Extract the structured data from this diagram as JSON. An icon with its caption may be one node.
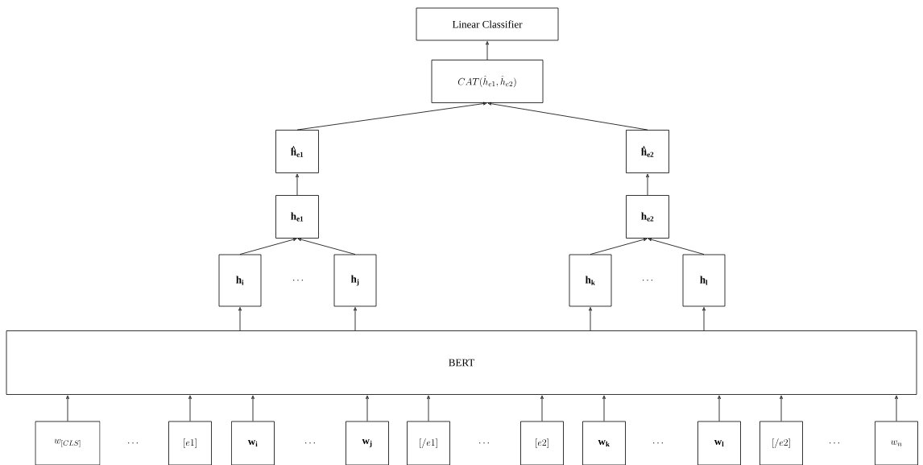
{
  "diagram": {
    "nodes": [
      {
        "text": [
          "Linear Classifier"
        ]
      },
      {
        "text": [
          "CAT(\\hat{h}_{e1},\\hat{h}_{e2})"
        ]
      },
      {
        "text": [
          "\\mathbf{\\hat{h}_{e1}}"
        ]
      },
      {
        "text": [
          "\\mathbf{\\hat{h}_{e2}}"
        ]
      },
      {
        "text": [
          "\\mathbf{h_{e1}}"
        ]
      },
      {
        "text": [
          "\\mathbf{h_{e2}}"
        ]
      },
      {
        "text": [
          "\\mathbf{h_{i}}"
        ]
      },
      {
        "text": [
          "\\mathbf{h_{j}}"
        ]
      },
      {
        "text": [
          "\\mathbf{h_{k}}"
        ]
      },
      {
        "text": [
          "\\mathbf{h_{l}}"
        ]
      },
      {
        "text": [
          "BERT"
        ]
      },
      {
        "text": [
          "w_{[CLS]}"
        ]
      },
      {
        "text": [
          "[e1]"
        ]
      },
      {
        "text": [
          "\\mathbf{w_{i}}"
        ]
      },
      {
        "text": [
          "\\mathbf{w_{j}}"
        ]
      },
      {
        "text": [
          "[/e1]"
        ]
      },
      {
        "text": [
          "[e2]"
        ]
      },
      {
        "text": [
          "\\mathbf{w_{k}}"
        ]
      },
      {
        "text": [
          "\\mathbf{w_{l}}"
        ]
      },
      {
        "text": [
          "[/e2]"
        ]
      },
      {
        "text": [
          "w_{n}"
        ]
      }
    ],
    "edges": [
      {
        "from": 1,
        "to": 0,
        "arrow": "to"
      },
      {
        "from": 2,
        "to": 1,
        "arrow": "to"
      },
      {
        "from": 3,
        "to": 1,
        "arrow": "to"
      },
      {
        "from": 4,
        "to": 2,
        "arrow": "to"
      },
      {
        "from": 5,
        "to": 3,
        "arrow": "to"
      },
      {
        "from": 6,
        "to": 4,
        "arrow": "to"
      },
      {
        "from": 7,
        "to": 4,
        "arrow": "to"
      },
      {
        "from": 8,
        "to": 5,
        "arrow": "to"
      },
      {
        "from": 9,
        "to": 5,
        "arrow": "to"
      },
      {
        "from": 10,
        "to": 6,
        "arrow": "to"
      },
      {
        "from": 10,
        "to": 7,
        "arrow": "to"
      },
      {
        "from": 10,
        "to": 8,
        "arrow": "to"
      },
      {
        "from": 10,
        "to": 9,
        "arrow": "to"
      },
      {
        "from": 11,
        "to": 10,
        "arrow": "to"
      },
      {
        "from": 12,
        "to": 10,
        "arrow": "to"
      },
      {
        "from": 13,
        "to": 10,
        "arrow": "to"
      },
      {
        "from": 14,
        "to": 10,
        "arrow": "to"
      },
      {
        "from": 15,
        "to": 10,
        "arrow": "to"
      },
      {
        "from": 16,
        "to": 10,
        "arrow": "to"
      },
      {
        "from": 17,
        "to": 10,
        "arrow": "to"
      },
      {
        "from": 18,
        "to": 10,
        "arrow": "to"
      },
      {
        "from": 19,
        "to": 10,
        "arrow": "to"
      },
      {
        "from": 20,
        "to": 10,
        "arrow": "to"
      }
    ],
    "labels": [
      "\\cdots",
      "\\cdots",
      "\\cdots",
      "\\cdots",
      "\\cdots",
      "\\cdots",
      "\\cdots"
    ]
  }
}
